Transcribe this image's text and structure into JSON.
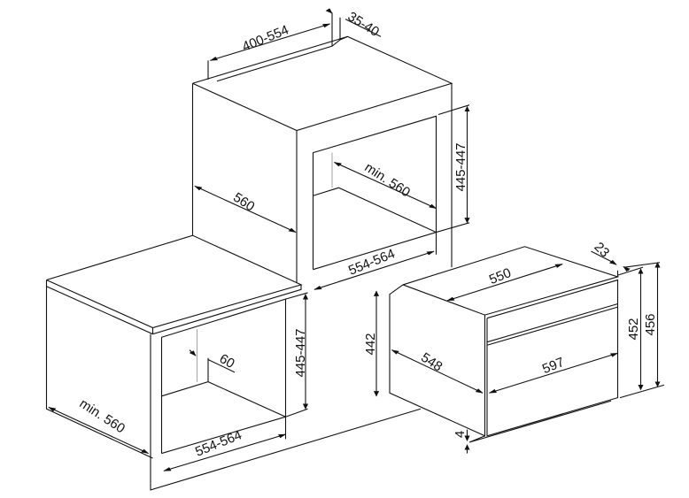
{
  "diagram": {
    "title": "Built-in oven installation dimensions",
    "labels": [
      {
        "id": "upper-width",
        "text": "400-554"
      },
      {
        "id": "upper-gap",
        "text": "35-40"
      },
      {
        "id": "upper-depth",
        "text": "560"
      },
      {
        "id": "upper-inner-depth",
        "text": "min. 560"
      },
      {
        "id": "upper-height",
        "text": "445-447"
      },
      {
        "id": "upper-opening-width",
        "text": "554-564"
      },
      {
        "id": "lower-height",
        "text": "445-447"
      },
      {
        "id": "lower-vent",
        "text": "60"
      },
      {
        "id": "lower-depth",
        "text": "min. 560"
      },
      {
        "id": "lower-opening-width",
        "text": "554-564"
      },
      {
        "id": "oven-body-height",
        "text": "442"
      },
      {
        "id": "oven-body-depth",
        "text": "548"
      },
      {
        "id": "oven-top-depth",
        "text": "550"
      },
      {
        "id": "oven-front-width",
        "text": "597"
      },
      {
        "id": "oven-height-452",
        "text": "452"
      },
      {
        "id": "oven-height-456",
        "text": "456"
      },
      {
        "id": "oven-panel-depth",
        "text": "23"
      },
      {
        "id": "oven-base-gap",
        "text": "4"
      }
    ]
  }
}
